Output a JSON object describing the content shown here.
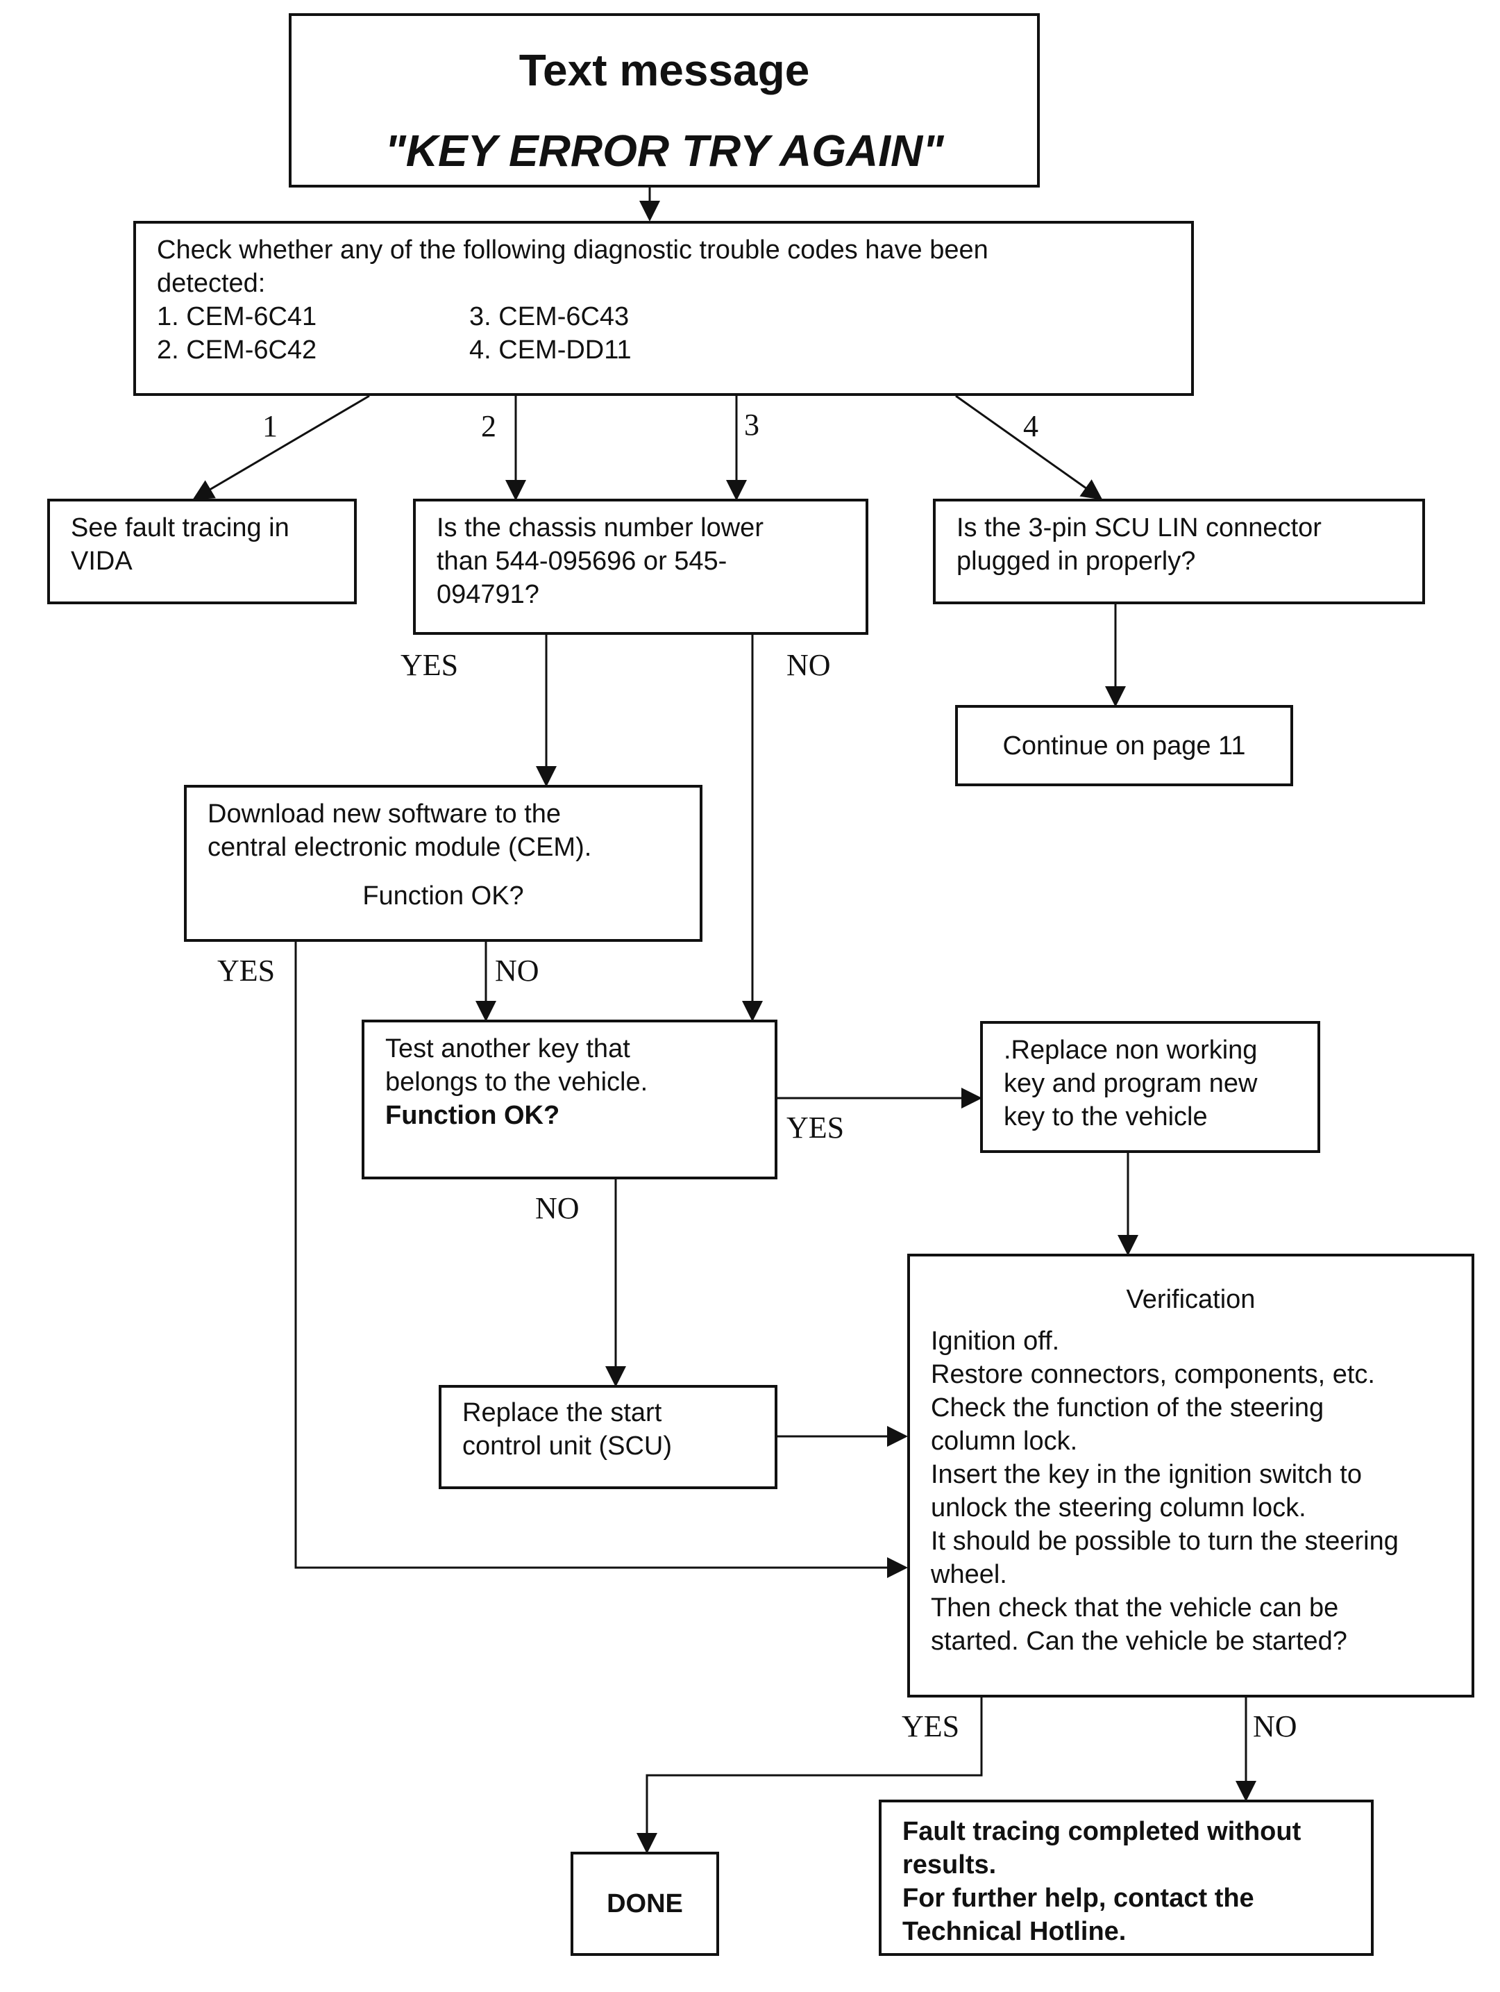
{
  "header": {
    "title": "Text message",
    "message": "\"KEY ERROR TRY AGAIN\""
  },
  "check_codes": {
    "text": [
      "Check whether any of the following diagnostic trouble codes have been",
      "detected:"
    ],
    "codes_left": [
      "1. CEM-6C41",
      "2. CEM-6C42"
    ],
    "codes_right": [
      "3. CEM-6C43",
      "4. CEM-DD11"
    ]
  },
  "branch_labels": [
    "1",
    "2",
    "3",
    "4"
  ],
  "fault_vida": [
    "See fault tracing in",
    "VIDA"
  ],
  "chassis_check": [
    "Is the chassis number lower",
    "than 544-095696 or 545-",
    "094791?"
  ],
  "scu_connector": [
    "Is the 3-pin SCU LIN connector",
    "plugged in properly?"
  ],
  "continue_page": "Continue on page 11",
  "download_software": {
    "lines": [
      "Download new software to the",
      "central electronic module (CEM)."
    ],
    "question": "Function OK?"
  },
  "test_key": {
    "lines": [
      "Test another key that",
      "belongs to the vehicle."
    ],
    "question": "Function OK?"
  },
  "replace_key": [
    ".Replace non working",
    "key and program new",
    "key to the vehicle"
  ],
  "replace_scu": [
    "Replace the start",
    "control unit (SCU)"
  ],
  "verification": {
    "title": "Verification",
    "lines": [
      "Ignition off.",
      "Restore connectors, components, etc.",
      "Check the function of the steering",
      "column lock.",
      "Insert the key in the ignition switch to",
      "unlock the steering column lock.",
      "It should be possible to turn the steering",
      "wheel.",
      "Then check that the vehicle can be",
      "started. Can the vehicle be started?"
    ]
  },
  "done": "DONE",
  "hotline": [
    "Fault tracing completed without",
    "results.",
    "For further help, contact the",
    "Technical Hotline."
  ],
  "labels": {
    "yes": "YES",
    "no": "NO"
  }
}
